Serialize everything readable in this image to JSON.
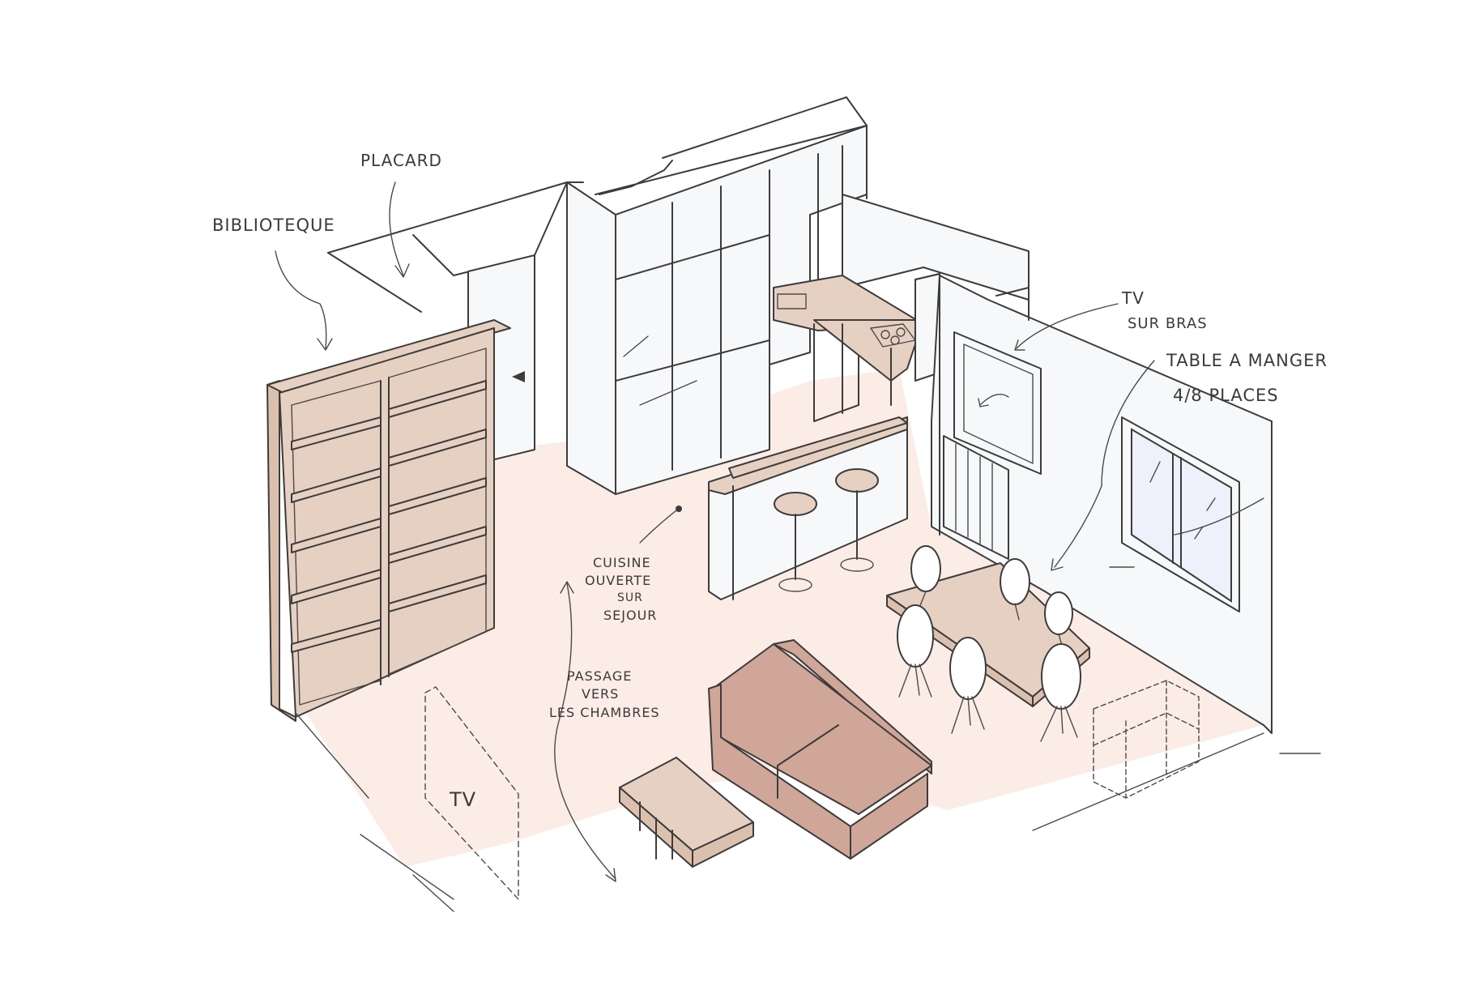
{
  "labels": {
    "placard": "PLACARD",
    "bibliotheque": "BIBLIOTEQUE",
    "tv_bras_line1": "TV",
    "tv_bras_line2": "SUR BRAS",
    "table_line1": "TABLE A MANGER",
    "table_line2": "4/8 PLACES",
    "cuisine_line1": "CUISINE",
    "cuisine_line2": "OUVERTE",
    "cuisine_line3": "SUR",
    "cuisine_line4": "SEJOUR",
    "passage_line1": "PASSAGE",
    "passage_line2": "VERS",
    "passage_line3": "LES CHAMBRES",
    "tv_floor": "TV"
  },
  "colors": {
    "ink": "#3c3c3c",
    "floor": "#fbece6",
    "wood": "#e6d0c2",
    "sofa": "#cfa698",
    "wall": "#f7f8fa",
    "glass": "#eef0fb"
  }
}
